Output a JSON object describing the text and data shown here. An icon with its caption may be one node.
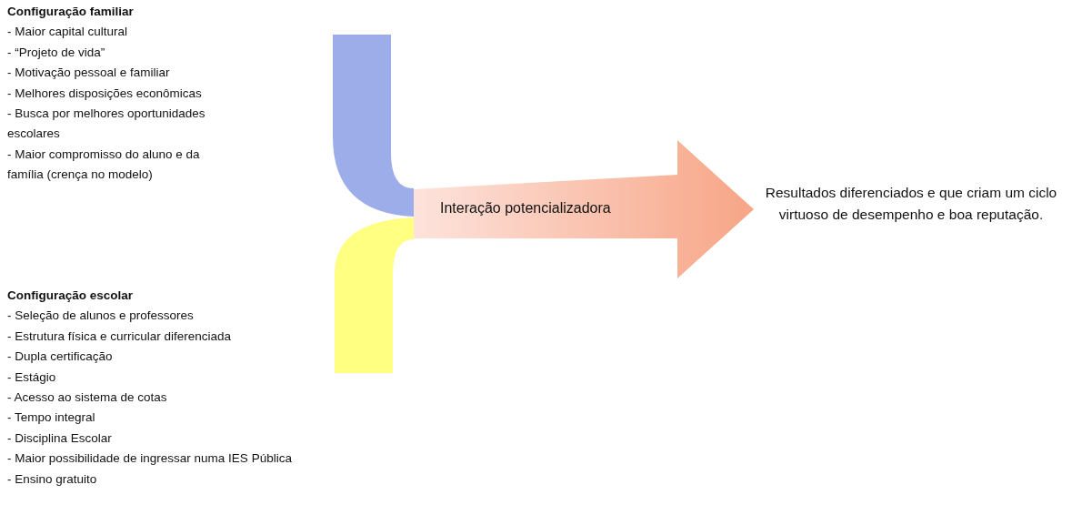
{
  "diagram": {
    "nodes": [
      {
        "text": [
          "Configuração familiar",
          "- Maior capital cultural",
          "- “Projeto de vida”",
          "- Motivação pessoal e familiar",
          "- Melhores disposições econômicas",
          "- Busca por melhores oportunidades escolares",
          "- Maior compromisso do aluno e da família (crença no modelo)"
        ]
      },
      {
        "text": [
          "Configuração escolar",
          "- Seleção de alunos e professores",
          "- Estrutura física e curricular diferenciada",
          "- Dupla certificação",
          "- Estágio",
          "- Acesso ao sistema de cotas",
          "- Tempo integral",
          "- Disciplina Escolar",
          "- Maior possibilidade de ingressar numa IES Pública",
          "- Ensino gratuito"
        ]
      },
      {
        "text": [],
        "shape": "band"
      },
      {
        "text": [],
        "shape": "band"
      },
      {
        "text": [
          "Interação potencializadora"
        ]
      },
      {
        "text": [
          "Resultados diferenciados e que criam um ciclo virtuoso de desempenho e boa reputação."
        ]
      }
    ]
  }
}
